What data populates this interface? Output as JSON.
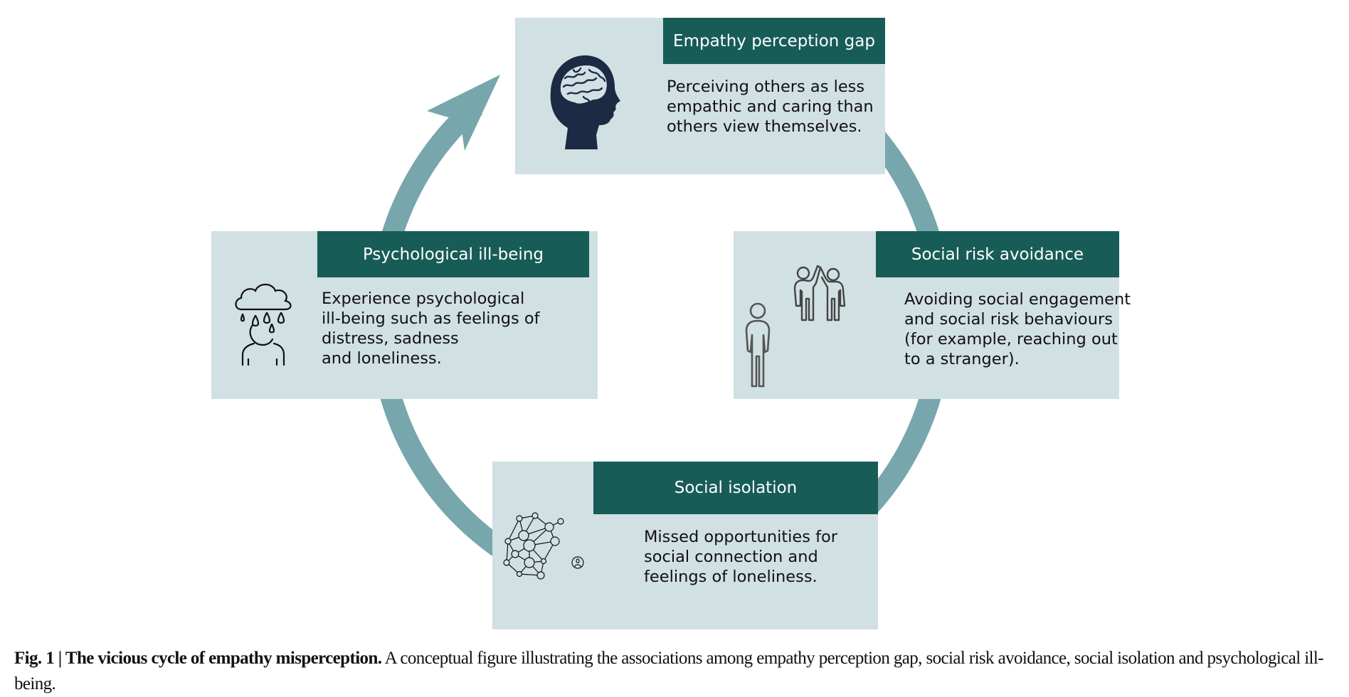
{
  "colors": {
    "box_fill": "#d1e0e3",
    "header_fill": "#175c57",
    "arrow": "#77a6ad",
    "icon_dark": "#1c2b44"
  },
  "nodes": {
    "empathy_gap": {
      "title": "Empathy perception gap",
      "lines": [
        "Perceiving others as less",
        "empathic and caring than",
        "others view themselves."
      ],
      "icon": "brain-head-icon"
    },
    "social_risk": {
      "title": "Social risk avoidance",
      "lines": [
        "Avoiding social engagement",
        "and social risk behaviours",
        "(for example, reaching out",
        "to a stranger)."
      ],
      "icon": "people-high-five-icon"
    },
    "social_isolation": {
      "title": "Social isolation",
      "lines": [
        "Missed opportunities for",
        "social connection and",
        "feelings of loneliness."
      ],
      "icon": "social-network-icon"
    },
    "ill_being": {
      "title": "Psychological ill-being",
      "lines": [
        "Experience psychological",
        "ill-being such as feelings of",
        "distress, sadness",
        "and loneliness."
      ],
      "icon": "rain-cloud-person-icon"
    }
  },
  "cycle_order": [
    "Empathy perception gap",
    "Social risk avoidance",
    "Social isolation",
    "Psychological ill-being"
  ],
  "caption": {
    "label": "Fig. 1 | The vicious cycle of empathy misperception.",
    "text": " A conceptual figure illustrating the associations among empathy perception gap, social risk avoidance, social isolation and psychological ill-being."
  }
}
